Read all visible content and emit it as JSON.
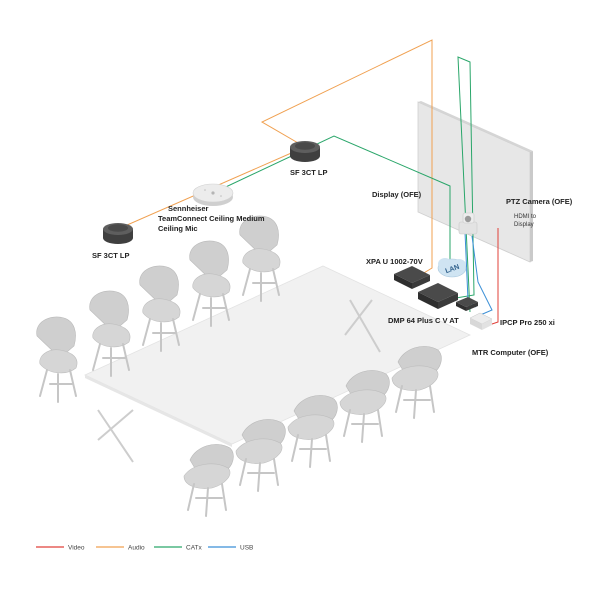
{
  "labels": {
    "speaker_top": "SF 3CT LP",
    "speaker_left": "SF 3CT LP",
    "mic_line1": "Sennheiser",
    "mic_line2": "TeamConnect Ceiling Medium",
    "mic_line3": "Ceiling Mic",
    "display": "Display (OFE)",
    "ptz_camera": "PTZ Camera (OFE)",
    "hdmi_line1": "HDMI to",
    "hdmi_line2": "Display",
    "xpa": "XPA U 1002-70V",
    "lan": "LAN",
    "dmp": "DMP 64 Plus C V AT",
    "ipcp": "IPCP Pro 250 xi",
    "mtr": "MTR Computer (OFE)"
  },
  "legend": [
    {
      "label": "Video",
      "color": "#e0403a"
    },
    {
      "label": "Audio",
      "color": "#f0a050"
    },
    {
      "label": "CATx",
      "color": "#2aa66a"
    },
    {
      "label": "USB",
      "color": "#3b8fd6"
    }
  ],
  "colors": {
    "video": "#e0403a",
    "audio": "#f0a050",
    "catx": "#2aa66a",
    "usb": "#3b8fd6"
  }
}
